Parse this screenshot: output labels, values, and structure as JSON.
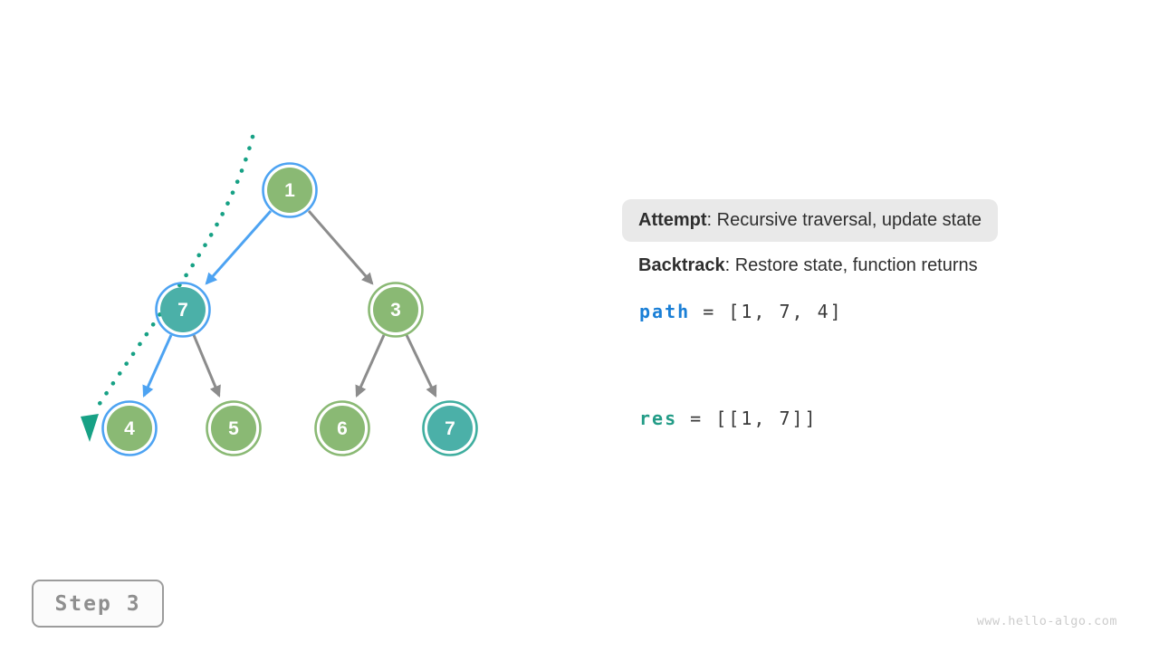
{
  "panel": {
    "attempt": {
      "label": "Attempt",
      "text": ": Recursive traversal, update state"
    },
    "backtrack": {
      "label": "Backtrack",
      "text": ": Restore state, function returns"
    },
    "path_var": {
      "name": "path",
      "value": " = [1, 7, 4]"
    },
    "res_var": {
      "name": "res",
      "value": " = [[1, 7]]"
    }
  },
  "step_indicator": {
    "label": "Step 3"
  },
  "watermark": {
    "text": "www.hello-algo.com"
  },
  "colors": {
    "node_green": "#8ab974",
    "node_teal": "#4bb0a8",
    "ring_green": "#8ab974",
    "ring_teal": "#3fae9f",
    "ring_blue": "#4da3f2",
    "edge_gray": "#8c8c8c",
    "edge_blue": "#4da3f2",
    "trace_teal": "#17a185",
    "var_path_blue": "#1a7fd6",
    "var_res_teal": "#239c87",
    "callout_bg": "#e9e9e9"
  },
  "tree": {
    "nodes": [
      {
        "value": "1",
        "fill": "green",
        "ring": "blue",
        "role": "root, visited"
      },
      {
        "value": "7",
        "fill": "teal",
        "ring": "blue",
        "role": "left child of 1, in path"
      },
      {
        "value": "3",
        "fill": "green",
        "ring": "green",
        "role": "right child of 1"
      },
      {
        "value": "4",
        "fill": "green",
        "ring": "blue",
        "role": "left child of 7, current"
      },
      {
        "value": "5",
        "fill": "green",
        "ring": "green",
        "role": "right child of 7"
      },
      {
        "value": "6",
        "fill": "green",
        "ring": "green",
        "role": "left child of 3"
      },
      {
        "value": "7",
        "fill": "teal",
        "ring": "teal",
        "role": "right child of 3, matched"
      }
    ],
    "edges": [
      {
        "from": "1",
        "to": "7",
        "style": "blue"
      },
      {
        "from": "1",
        "to": "3",
        "style": "gray"
      },
      {
        "from": "7",
        "to": "4",
        "style": "blue"
      },
      {
        "from": "7",
        "to": "5",
        "style": "gray"
      },
      {
        "from": "3",
        "to": "6",
        "style": "gray"
      },
      {
        "from": "3",
        "to": "7",
        "style": "gray"
      }
    ],
    "trace": "dotted backtracking trace along 1-7-4 ending in downward arrow"
  }
}
